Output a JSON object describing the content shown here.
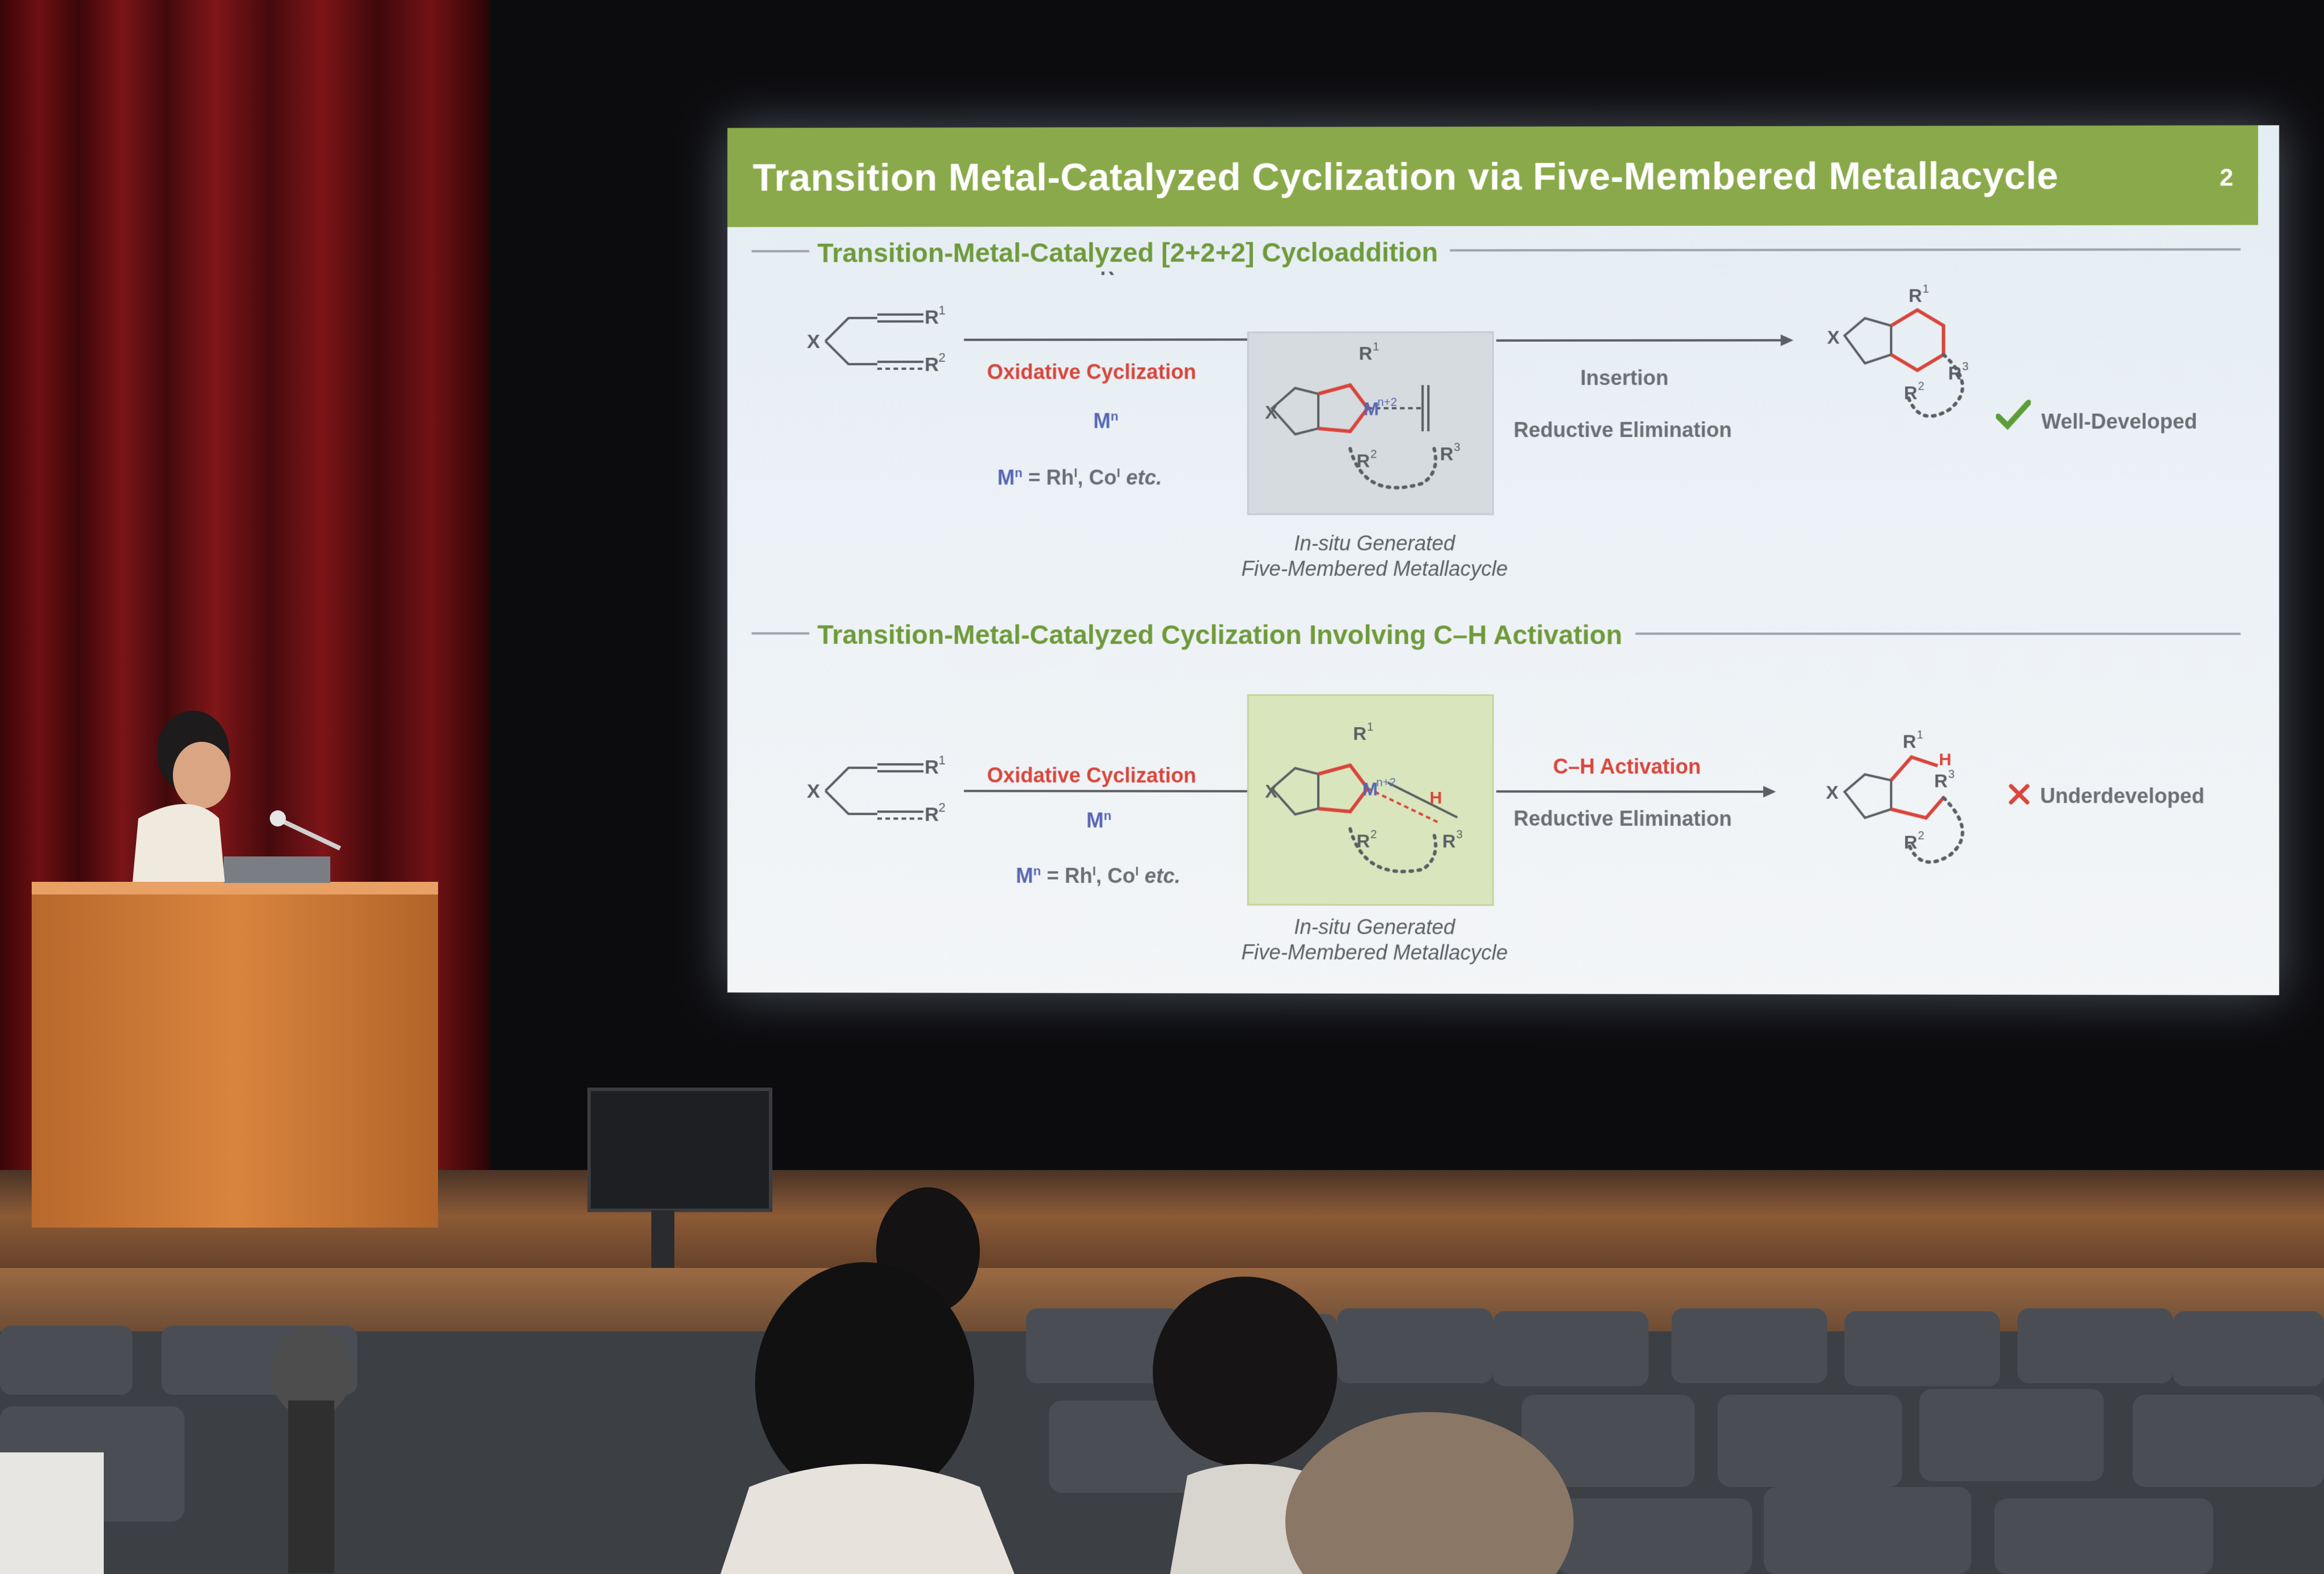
{
  "slide": {
    "title": "Transition Metal-Catalyzed Cyclization via Five-Membered Metallacycle",
    "page_number": "2",
    "section1": {
      "heading": "Transition-Metal-Catalyzed [2+2+2] Cycloaddition",
      "reagent": "R",
      "step1_label": "Oxidative Cyclization",
      "metal_label": "M",
      "metal_note_prefix": "M",
      "metal_note_body": " = Rh",
      "metal_note_co": ", Co",
      "metal_note_etc": " etc.",
      "step2_label_top": "Insertion",
      "step2_label_bottom": "Reductive Elimination",
      "box_caption_line1": "In-situ Generated",
      "box_caption_line2": "Five-Membered Metallacycle",
      "status": "Well-Developed",
      "status_icon": "check-icon",
      "status_color": "#5d9d38"
    },
    "section2": {
      "heading": "Transition-Metal-Catalyzed Cyclization Involving C–H Activation",
      "step1_label": "Oxidative Cyclization",
      "metal_label": "M",
      "metal_note_prefix": "M",
      "metal_note_body": " = Rh",
      "metal_note_co": ", Co",
      "metal_note_etc": " etc.",
      "step2_label_top": "C–H Activation",
      "step2_label_bottom": "Reductive Elimination",
      "box_caption_line1": "In-situ Generated",
      "box_caption_line2": "Five-Membered Metallacycle",
      "status": "Underdeveloped",
      "status_icon": "cross-icon",
      "status_color": "#d9453b"
    },
    "chem": {
      "x": "X",
      "r1": "R",
      "r2": "R",
      "r3": "R",
      "sup1": "1",
      "sup2": "2",
      "sup3": "3",
      "m": "M",
      "m_sup": "n+2",
      "n_sup": "n",
      "i_sup": "I",
      "h": "H"
    }
  },
  "colors": {
    "header_green": "#8aa94a",
    "accent_red": "#d9453b",
    "accent_blue": "#5866b3",
    "section_green": "#6f9a3a"
  }
}
